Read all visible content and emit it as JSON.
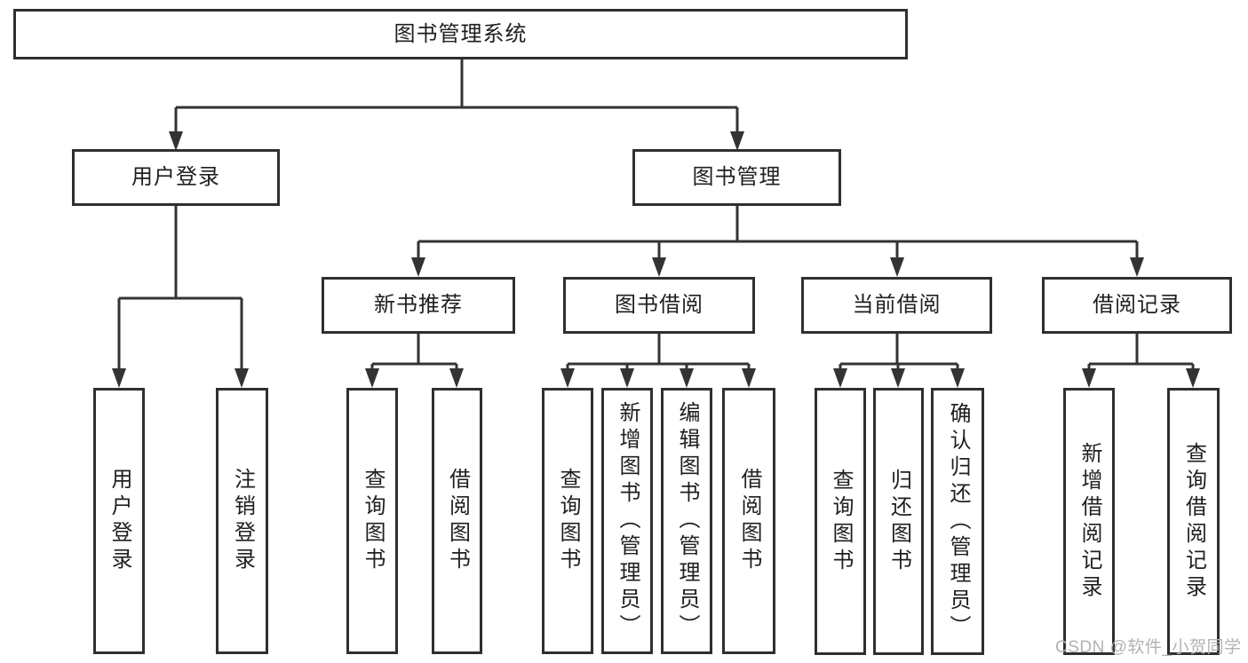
{
  "theme": {
    "bg": "#ffffff",
    "line": "#333333",
    "border": "#2f2f2f",
    "text": "#1f1f1f",
    "watermark": "#b3b3b3"
  },
  "diagram_type": "hierarchy-tree",
  "tree": {
    "label": "图书管理系统",
    "children": [
      {
        "label": "用户登录",
        "children": [
          {
            "label": "用户登录"
          },
          {
            "label": "注销登录"
          }
        ]
      },
      {
        "label": "图书管理",
        "children": [
          {
            "label": "新书推荐",
            "children": [
              {
                "label": "查询图书"
              },
              {
                "label": "借阅图书"
              }
            ]
          },
          {
            "label": "图书借阅",
            "children": [
              {
                "label": "查询图书"
              },
              {
                "label": "新增图书（管理员）"
              },
              {
                "label": "编辑图书（管理员）"
              },
              {
                "label": "借阅图书"
              }
            ]
          },
          {
            "label": "当前借阅",
            "children": [
              {
                "label": "查询图书"
              },
              {
                "label": "归还图书"
              },
              {
                "label": "确认归还（管理员）"
              }
            ]
          },
          {
            "label": "借阅记录",
            "children": [
              {
                "label": "新增借阅记录"
              },
              {
                "label": "查询借阅记录"
              }
            ]
          }
        ]
      }
    ]
  },
  "watermark": {
    "text": "CSDN @软件_小贺同学"
  }
}
